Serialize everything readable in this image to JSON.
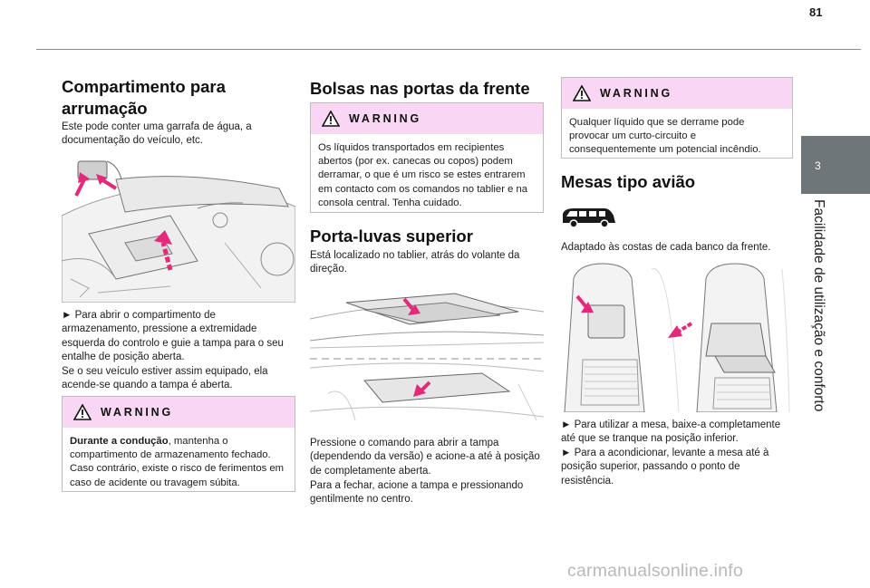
{
  "page": {
    "number": "81",
    "chapter_number": "3",
    "chapter_title": "Facilidade de utilização e conforto",
    "watermark": "carmanualsonline.info"
  },
  "col1": {
    "title": "Compartimento para arrumação",
    "intro": "Este pode conter uma garrafa de água, a documentação do veículo, etc.",
    "instruction_1": "► Para abrir o compartimento de armazenamento, pressione a extremidade esquerda do controlo e guie a tampa para o seu entalhe de posição aberta.",
    "instruction_2": "Se o seu veículo estiver assim equipado, ela acende-se quando a tampa é aberta.",
    "warning": {
      "title": "WARNING",
      "bold": "Durante a condução",
      "text": ", mantenha o compartimento de armazenamento fechado. Caso contrário, existe o risco de ferimentos em caso de acidente ou travagem súbita."
    }
  },
  "col2": {
    "title": "Bolsas nas portas da frente",
    "warning": {
      "title": "WARNING",
      "text": "Os líquidos transportados em recipientes abertos (por ex. canecas ou copos) podem derramar, o que é um risco se estes entrarem em contacto com os comandos no tablier e na consola central. Tenha cuidado."
    },
    "subtitle": "Porta-luvas superior",
    "intro": "Está localizado no tablier, atrás do volante da direção.",
    "instruction_1": "Pressione o comando para abrir a tampa (dependendo da versão) e acione-a até à posição de completamente aberta.",
    "instruction_2": "Para a fechar, acione a tampa e pressionando gentilmente no centro."
  },
  "col3": {
    "warning": {
      "title": "WARNING",
      "text": "Qualquer líquido que se derrame pode provocar um curto-circuito e consequentemente um potencial incêndio."
    },
    "title": "Mesas tipo avião",
    "intro": "Adaptado às costas de cada banco da frente.",
    "instruction_1": "► Para utilizar a mesa, baixe-a completamente até que se tranque na posição inferior.",
    "instruction_2": "► Para a acondicionar, levante a mesa até à posição superior, passando o ponto de resistência."
  },
  "icons": {
    "warning": "warning-triangle-icon",
    "vehicle": "van-icon"
  },
  "colors": {
    "warning_header": "#f9d7f4",
    "arrow": "#e6287a",
    "chapter_tab": "#6f7679"
  }
}
